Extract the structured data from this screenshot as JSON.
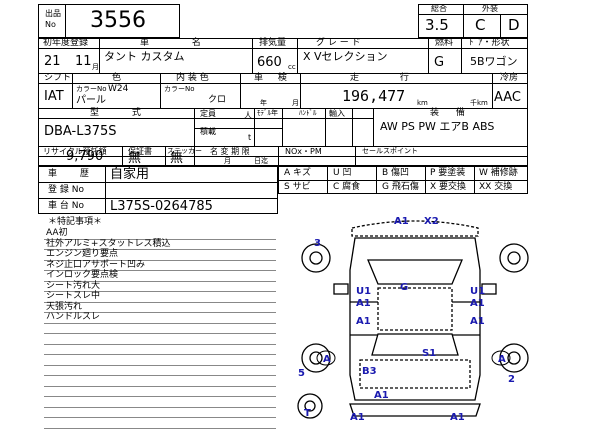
{
  "header": {
    "lot_label": "出品\nNo",
    "lot_number": "3556",
    "overall_label": "総合",
    "overall_score": "3.5",
    "exterior_label": "外装",
    "exterior_grade": "C",
    "interior_grade": "D"
  },
  "row1": {
    "reg_label": "初年度登録",
    "year": "21",
    "month": "11",
    "month_unit": "月",
    "name_label": "車 名",
    "car_name": "タント カスタム",
    "displacement_label": "排気量",
    "displacement": "660",
    "cc": "cc",
    "grade_label": "グ レ ー ド",
    "grade": "X Vセレクション",
    "fuel_label": "燃料",
    "fuel": "G",
    "door_label": "ﾄﾞｱ・形状",
    "door": "5Bワゴン"
  },
  "row2": {
    "shift_label": "シフト",
    "shift": "IAT",
    "color_label": "色",
    "color_no_label": "カラーNo",
    "color_no": "W24",
    "color": "パール",
    "interior_color_label": "内 装 色",
    "interior_color_no_label": "カラーNo",
    "interior_color": "クロ",
    "inspection_label": "車 検",
    "inspection_year": "年",
    "inspection_month": "月",
    "mileage_label": "走 行",
    "mileage": "196,477",
    "km": "km",
    "thousand_km": "千km",
    "ac_label": "冷房",
    "ac": "AAC"
  },
  "row3": {
    "model_label": "型 式",
    "model": "DBA-L375S",
    "capacity_label": "定員",
    "capacity_unit": "人",
    "load_label": "積載",
    "load_unit": "t",
    "model_year_label": "ﾓﾃﾞﾙ年",
    "handle_label": "ﾊﾝﾄﾞﾙ",
    "import_label": "輸入",
    "equipment_label": "装 備",
    "equipment": "AW PS PW エアB ABS"
  },
  "row4": {
    "recycle_label": "リサイクル預託額",
    "recycle": "9,790",
    "warranty_label": "保証書",
    "warranty": "無",
    "sticker_label": "ステッカー",
    "sticker": "無",
    "name_change_label": "名 変 期 限",
    "month": "月",
    "date": "日迄",
    "nox_label": "NOx・PM",
    "sales_point_label": "セールスポイント"
  },
  "usage": {
    "history_label": "車 歴",
    "history": "自家用",
    "reg_no_label": "登 録 No",
    "chassis_label": "車 台 No",
    "chassis": "L375S-0264785"
  },
  "legend": [
    [
      "A キズ",
      "U 凹",
      "P 要塗装",
      "W 補修跡"
    ],
    [
      "S サビ",
      "C 腐食",
      "G 飛石傷",
      "X 要交換",
      "XX 交換"
    ]
  ],
  "legend_b": "B 傷凹",
  "notes_title": "＊特記事項＊",
  "notes": [
    "AA初",
    "社外アルミ+スタットレス積込",
    "エンジン廻り要点",
    "ネジ止口アサポート凹み",
    "インロック要点検",
    "シート汚れ大",
    "シートスレ中",
    "天張汚れ",
    "ハンドルスレ"
  ],
  "diagram": {
    "marks": [
      "A1",
      "X2",
      "3",
      "U1",
      "A1",
      "G",
      "U1",
      "A1",
      "A1",
      "A1",
      "A",
      "S1",
      "A",
      "B3",
      "A1",
      "5",
      "2",
      "A1",
      "A1",
      "T"
    ]
  },
  "colors": {
    "ink": "#000000",
    "marks": "#1a1ab0"
  }
}
